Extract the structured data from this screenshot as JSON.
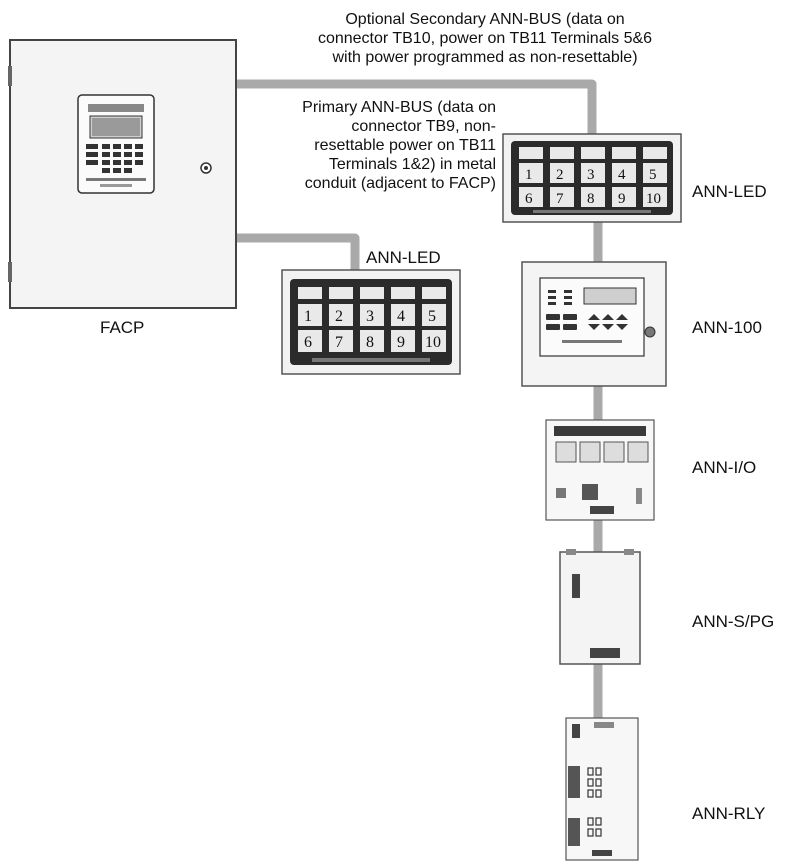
{
  "captions": {
    "secondary_bus": [
      "Optional Secondary ANN-BUS (data on",
      "connector TB10, power on TB11 Terminals 5&6",
      "with power programmed as non-resettable)"
    ],
    "primary_bus": [
      "Primary ANN-BUS (data on",
      "connector TB9, non-",
      "resettable power on TB11",
      "Terminals 1&2) in metal",
      "conduit (adjacent to FACP)"
    ]
  },
  "devices": {
    "facp": "FACP",
    "ann_led_left": "ANN-LED",
    "ann_led_right": "ANN-LED",
    "ann_100": "ANN-100",
    "ann_io": "ANN-I/O",
    "ann_spg": "ANN-S/PG",
    "ann_rly": "ANN-RLY"
  },
  "led_numbers": [
    "1",
    "2",
    "3",
    "4",
    "5",
    "6",
    "7",
    "8",
    "9",
    "10"
  ],
  "colors": {
    "conduit": "#a9a9a9",
    "panel_dark": "#2b2b2b",
    "panel_light": "#f2f2f2"
  }
}
